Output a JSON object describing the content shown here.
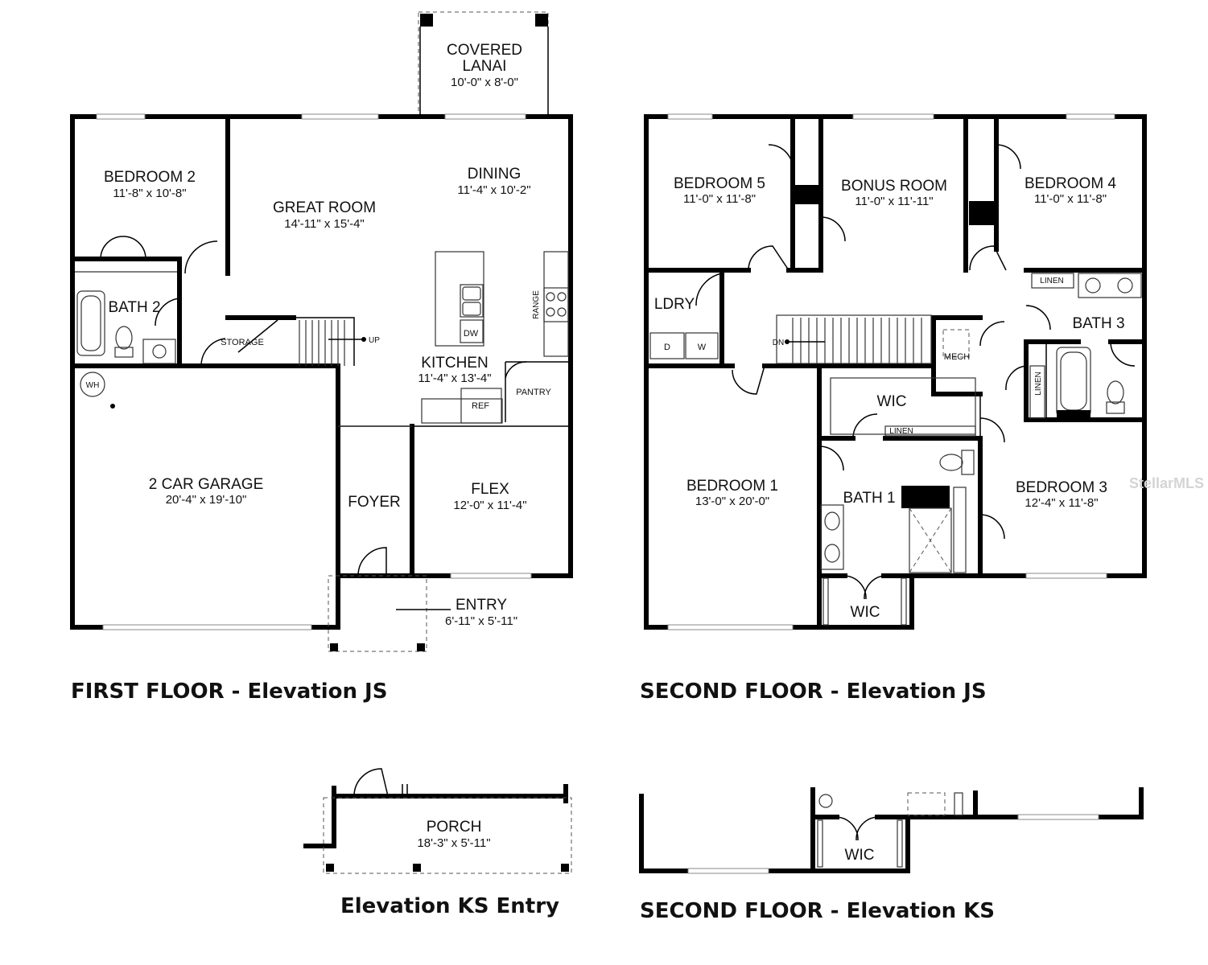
{
  "first_floor": {
    "caption": "FIRST FLOOR - Elevation JS",
    "rooms": {
      "covered_lanai": {
        "name_line1": "COVERED",
        "name_line2": "LANAI",
        "dim": "10'-0\" x 8'-0\""
      },
      "bedroom2": {
        "name": "BEDROOM 2",
        "dim": "11'-8\" x 10'-8\""
      },
      "great_room": {
        "name": "GREAT ROOM",
        "dim": "14'-11\" x 15'-4\""
      },
      "dining": {
        "name": "DINING",
        "dim": "11'-4\" x 10'-2\""
      },
      "bath2": {
        "name": "BATH 2"
      },
      "storage": {
        "name": "STORAGE"
      },
      "kitchen": {
        "name": "KITCHEN",
        "dim": "11'-4\" x 13'-4\""
      },
      "pantry": {
        "name": "PANTRY"
      },
      "garage": {
        "name": "2 CAR GARAGE",
        "dim": "20'-4\" x 19'-10\""
      },
      "foyer": {
        "name": "FOYER"
      },
      "flex": {
        "name": "FLEX",
        "dim": "12'-0\" x 11'-4\""
      },
      "entry": {
        "name": "ENTRY",
        "dim": "6'-11\" x 5'-11\""
      }
    },
    "fixtures": {
      "wh": "WH",
      "range": "RANGE",
      "dw": "DW",
      "ref": "REF",
      "up": "UP"
    }
  },
  "second_floor": {
    "caption": "SECOND FLOOR - Elevation JS",
    "rooms": {
      "bedroom5": {
        "name": "BEDROOM 5",
        "dim": "11'-0\" x 11'-8\""
      },
      "bonus_room": {
        "name": "BONUS ROOM",
        "dim": "11'-0\" x 11'-11\""
      },
      "bedroom4": {
        "name": "BEDROOM 4",
        "dim": "11'-0\" x 11'-8\""
      },
      "ldry": {
        "name": "LDRY"
      },
      "bath3": {
        "name": "BATH 3"
      },
      "mech": {
        "name": "MECH"
      },
      "wic_upper": {
        "name": "WIC"
      },
      "bedroom1": {
        "name": "BEDROOM 1",
        "dim": "13'-0\" x 20'-0\""
      },
      "bath1": {
        "name": "BATH 1"
      },
      "bedroom3": {
        "name": "BEDROOM 3",
        "dim": "12'-4\" x 11'-8\""
      },
      "wic_lower": {
        "name": "WIC"
      }
    },
    "fixtures": {
      "d": "D",
      "w": "W",
      "dn": "DN",
      "linen_top": "LINEN",
      "linen_side": "LINEN",
      "linen_mid": "LINEN"
    }
  },
  "ks_entry": {
    "caption": "Elevation KS Entry",
    "porch": {
      "name": "PORCH",
      "dim": "18'-3\" x 5'-11\""
    }
  },
  "ks_second": {
    "caption": "SECOND FLOOR - Elevation KS",
    "wic": {
      "name": "WIC"
    }
  },
  "watermark": "StellarMLS"
}
